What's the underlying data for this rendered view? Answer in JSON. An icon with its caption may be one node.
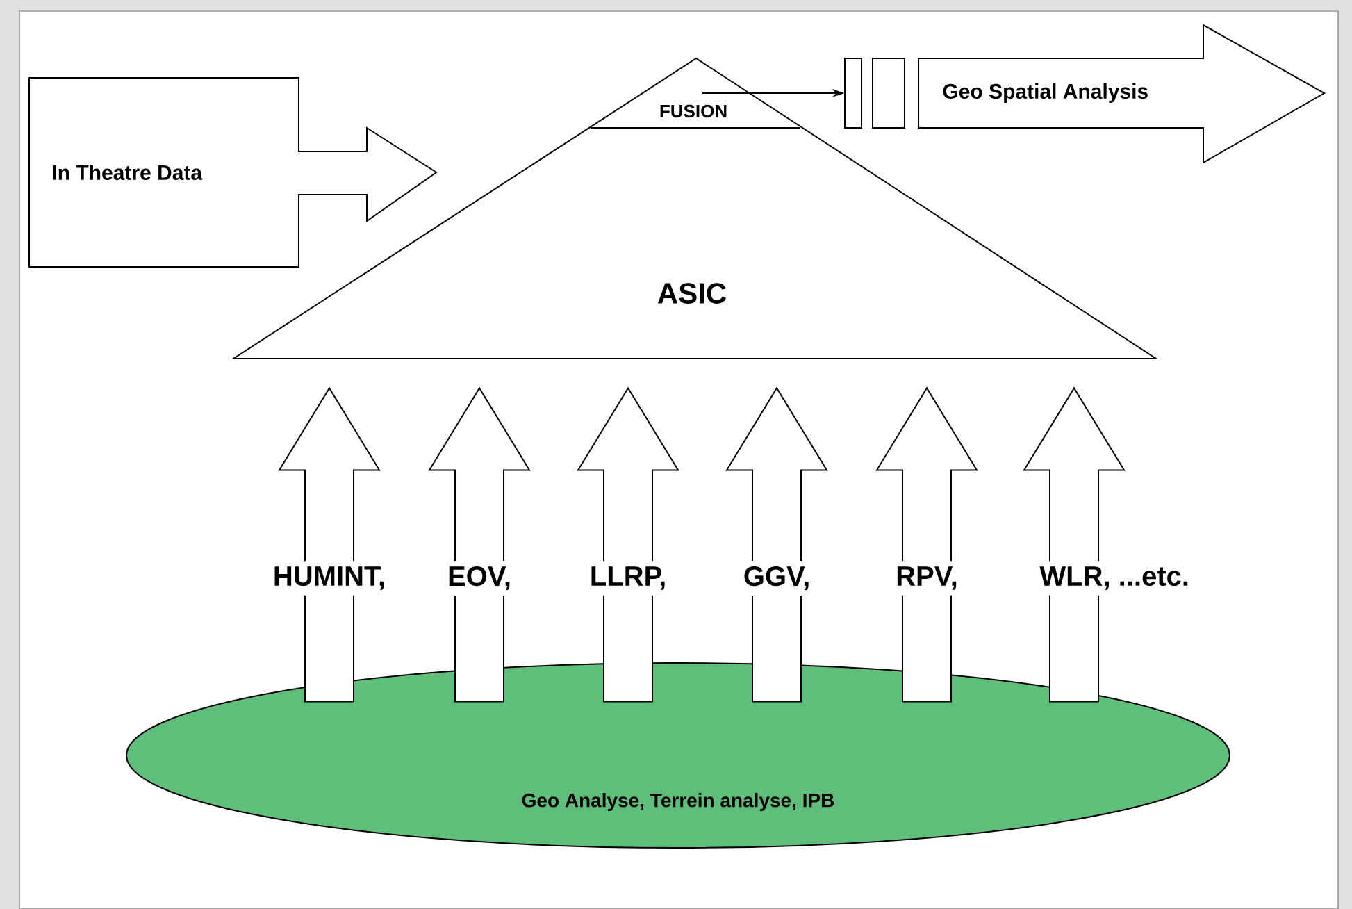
{
  "diagram": {
    "nodes": [
      {
        "text": [
          "In Theatre Data"
        ]
      },
      {
        "text": [
          "ASIC"
        ]
      },
      {
        "text": [
          "FUSION"
        ],
        "in": 1
      },
      {
        "text": [],
        "shape": "box"
      },
      {
        "text": [],
        "shape": "box"
      },
      {
        "text": [
          "Geo Spatial Analysis"
        ]
      },
      {
        "text": [
          "Geo Analyse, Terrein analyse, IPB"
        ]
      }
    ],
    "edges": [
      {
        "from": 2,
        "to": 3,
        "arrow": "to"
      },
      {
        "from": 6,
        "to": 1,
        "arrow": "to",
        "style": "thick",
        "label": "HUMINT,"
      },
      {
        "from": 6,
        "to": 1,
        "arrow": "to",
        "style": "thick",
        "label": "EOV,"
      },
      {
        "from": 6,
        "to": 1,
        "arrow": "to",
        "style": "thick",
        "label": "LLRP,"
      },
      {
        "from": 6,
        "to": 1,
        "arrow": "to",
        "style": "thick",
        "label": "GGV,"
      },
      {
        "from": 6,
        "to": 1,
        "arrow": "to",
        "style": "thick",
        "label": "RPV,"
      },
      {
        "from": 6,
        "to": 1,
        "arrow": "to",
        "style": "thick",
        "label": "WLR, ...etc."
      }
    ]
  }
}
